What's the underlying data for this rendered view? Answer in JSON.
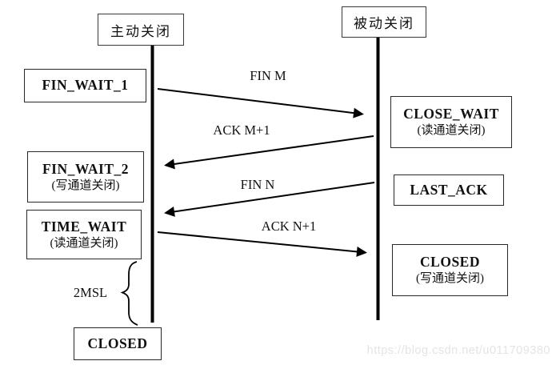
{
  "title_boxes": {
    "active": "主动关闭",
    "passive": "被动关闭"
  },
  "states": {
    "fin_wait_1": {
      "name": "FIN_WAIT_1"
    },
    "fin_wait_2": {
      "name": "FIN_WAIT_2",
      "note": "(写通道关闭)"
    },
    "time_wait": {
      "name": "TIME_WAIT",
      "note": "(读通道关闭)"
    },
    "closed_left": {
      "name": "CLOSED"
    },
    "close_wait": {
      "name": "CLOSE_WAIT",
      "note": "(读通道关闭)"
    },
    "last_ack": {
      "name": "LAST_ACK"
    },
    "closed_right": {
      "name": "CLOSED",
      "note": "(写通道关闭)"
    }
  },
  "messages": {
    "fin_m": "FIN M",
    "ack_m1": "ACK M+1",
    "fin_n": "FIN N",
    "ack_n1": "ACK N+1"
  },
  "timer": "2MSL",
  "watermark": "https://blog.csdn.net/u011709380",
  "colors": {
    "ink": "#000000",
    "box_border": "#2a2a2a",
    "watermark": "#e4e4e4",
    "background": "#ffffff"
  }
}
